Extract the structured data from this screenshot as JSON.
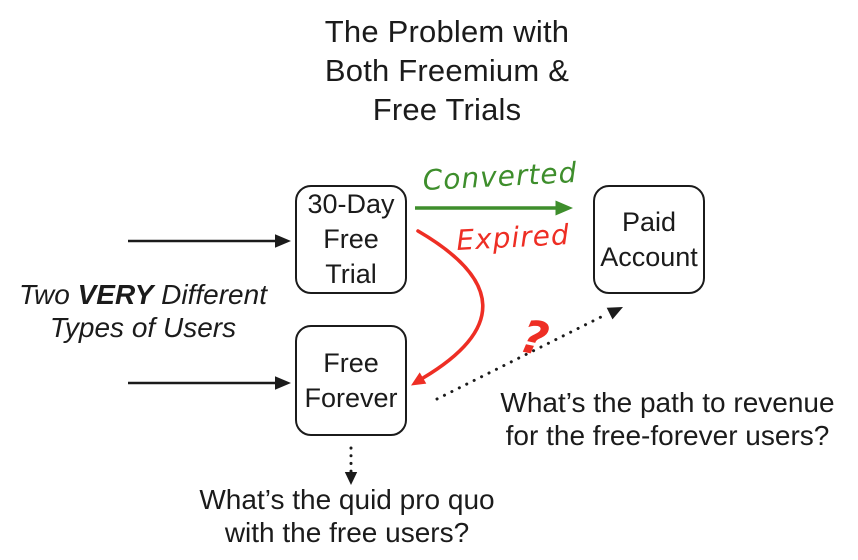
{
  "title": "The Problem with\nBoth Freemium &\nFree Trials",
  "left_label": {
    "pre": "Two ",
    "emph": "VERY",
    "post": " Different",
    "line2": "Types of Users"
  },
  "boxes": {
    "trial": "30-Day\nFree\nTrial",
    "free_forever": "Free\nForever",
    "paid": "Paid\nAccount"
  },
  "flow_labels": {
    "converted": "Converted",
    "expired": "Expired",
    "question_mark": "?"
  },
  "annotations": {
    "revenue": "What’s the path to revenue\nfor the free-forever users?",
    "quid_pro_quo": "What’s the quid pro quo\nwith the free users?"
  },
  "colors": {
    "converted_green": "#3e8e2c",
    "expired_red": "#ee2e24",
    "arrow_black": "#1b1b1b",
    "dotted_black": "#1b1b1b"
  }
}
